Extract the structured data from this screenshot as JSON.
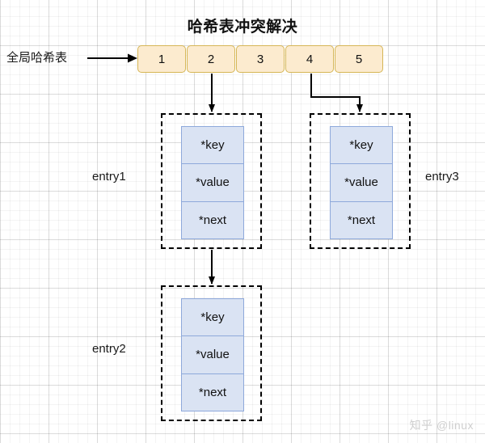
{
  "diagram": {
    "title": "哈希表冲突解决",
    "watermark": "知乎 @linux",
    "colors": {
      "bucket_fill": "#fcebcf",
      "bucket_border": "#d6b656",
      "node_fill": "#dae3f3",
      "node_border": "#8ea9db",
      "connector": "#000000",
      "text": "#111111",
      "watermark": "#cfcfcf"
    }
  },
  "hash_table": {
    "label": "全局哈希表",
    "buckets": [
      {
        "index": "1"
      },
      {
        "index": "2"
      },
      {
        "index": "3"
      },
      {
        "index": "4"
      },
      {
        "index": "5"
      }
    ]
  },
  "entries": [
    {
      "id": "entry1",
      "label": "entry1",
      "fields": [
        {
          "name": "*key"
        },
        {
          "name": "*value"
        },
        {
          "name": "*next"
        }
      ]
    },
    {
      "id": "entry2",
      "label": "entry2",
      "fields": [
        {
          "name": "*key"
        },
        {
          "name": "*value"
        },
        {
          "name": "*next"
        }
      ]
    },
    {
      "id": "entry3",
      "label": "entry3",
      "fields": [
        {
          "name": "*key"
        },
        {
          "name": "*value"
        },
        {
          "name": "*next"
        }
      ]
    }
  ],
  "connections": [
    {
      "from": "global-hash-table-label",
      "to": "bucket-1"
    },
    {
      "from": "bucket-2",
      "to": "entry1"
    },
    {
      "from": "bucket-4",
      "to": "entry3"
    },
    {
      "from": "entry1",
      "to": "entry2"
    }
  ]
}
